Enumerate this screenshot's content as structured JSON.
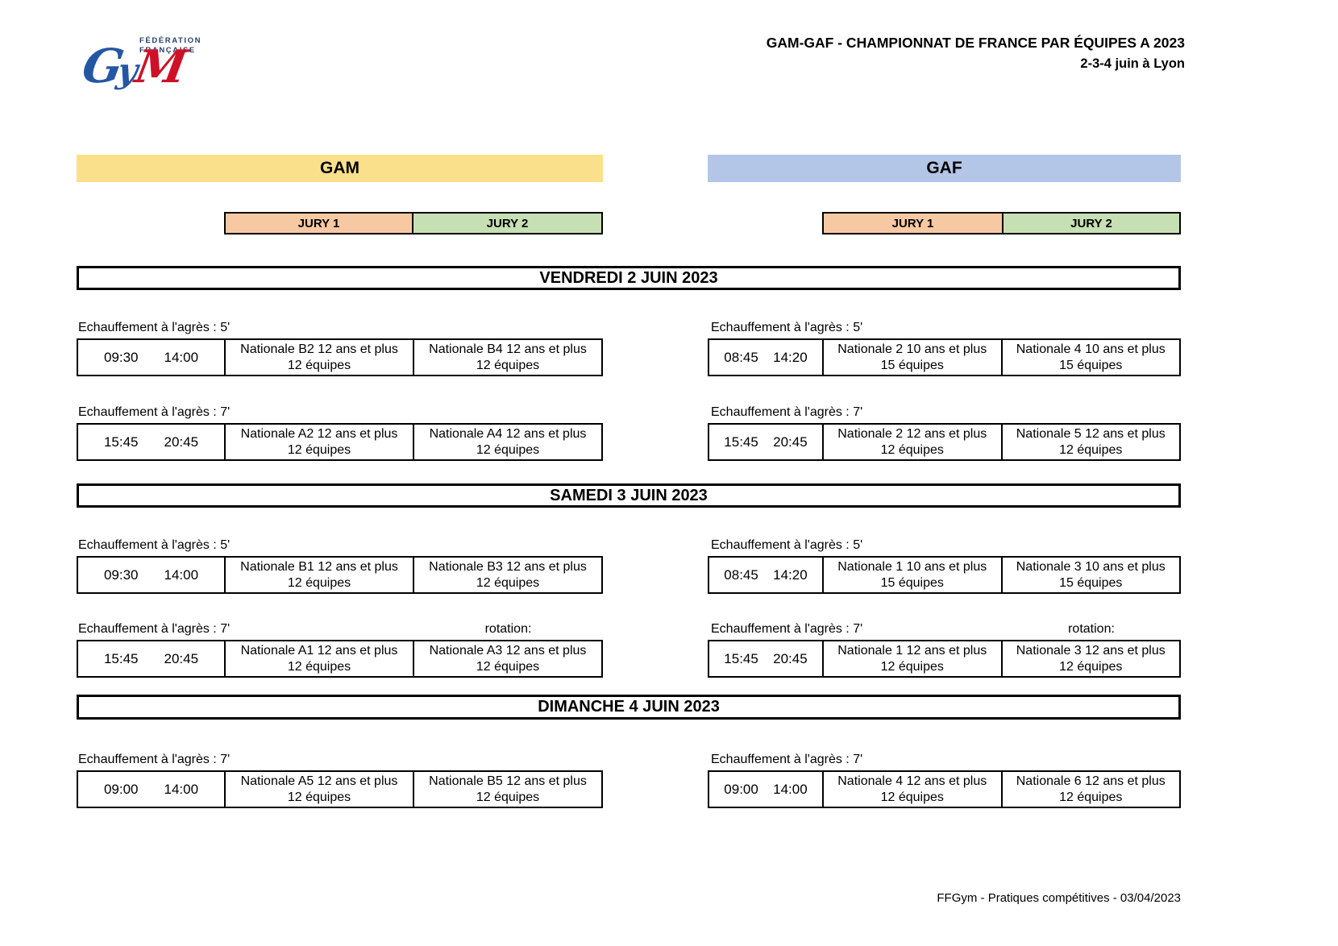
{
  "logo": {
    "line1": "FÉDÉRATION",
    "line2": "FRANÇAISE",
    "g": "G",
    "y": "y",
    "m": "M"
  },
  "header": {
    "title": "GAM-GAF - CHAMPIONNAT DE FRANCE PAR ÉQUIPES A 2023",
    "subtitle": "2-3-4 juin à Lyon"
  },
  "groups": {
    "gam": "GAM",
    "gaf": "GAF"
  },
  "jury": {
    "jury1": "JURY 1",
    "jury2": "JURY 2"
  },
  "colors": {
    "gam_band": "#FBE08C",
    "gaf_band": "#B4C6E7",
    "jury1": "#F7C9A3",
    "jury2": "#C6E0B4",
    "logo_blue": "#2456A4",
    "logo_red": "#CE1126",
    "logo_navy": "#27406E"
  },
  "days": [
    {
      "title": "VENDREDI 2 JUIN 2023",
      "rows": [
        {
          "gam": {
            "warmup": "Echauffement à l'agrès : 5'",
            "rotation": "",
            "time_start": "09:30",
            "time_end": "14:00",
            "jury1_line1": "Nationale B2 12 ans et plus",
            "jury1_line2": "12 équipes",
            "jury2_line1": "Nationale B4 12 ans et plus",
            "jury2_line2": "12 équipes"
          },
          "gaf": {
            "warmup": "Echauffement à l'agrès : 5'",
            "rotation": "",
            "time_start": "08:45",
            "time_end": "14:20",
            "jury1_line1": "Nationale 2 10 ans et plus",
            "jury1_line2": "15 équipes",
            "jury2_line1": "Nationale 4 10 ans et plus",
            "jury2_line2": "15 équipes"
          }
        },
        {
          "gam": {
            "warmup": "Echauffement à l'agrès : 7'",
            "rotation": "",
            "time_start": "15:45",
            "time_end": "20:45",
            "jury1_line1": "Nationale A2 12 ans et plus",
            "jury1_line2": "12 équipes",
            "jury2_line1": "Nationale A4 12 ans et plus",
            "jury2_line2": "12 équipes"
          },
          "gaf": {
            "warmup": "Echauffement à l'agrès : 7'",
            "rotation": "",
            "time_start": "15:45",
            "time_end": "20:45",
            "jury1_line1": "Nationale 2 12 ans et plus",
            "jury1_line2": "12 équipes",
            "jury2_line1": "Nationale 5 12 ans et plus",
            "jury2_line2": "12 équipes"
          }
        }
      ]
    },
    {
      "title": "SAMEDI 3 JUIN 2023",
      "rows": [
        {
          "gam": {
            "warmup": "Echauffement à l'agrès : 5'",
            "rotation": "",
            "time_start": "09:30",
            "time_end": "14:00",
            "jury1_line1": "Nationale B1 12 ans et plus",
            "jury1_line2": "12 équipes",
            "jury2_line1": "Nationale B3 12 ans et plus",
            "jury2_line2": "12 équipes"
          },
          "gaf": {
            "warmup": "Echauffement à l'agrès : 5'",
            "rotation": "",
            "time_start": "08:45",
            "time_end": "14:20",
            "jury1_line1": "Nationale 1 10 ans et plus",
            "jury1_line2": "15 équipes",
            "jury2_line1": "Nationale 3 10 ans et plus",
            "jury2_line2": "15 équipes"
          }
        },
        {
          "gam": {
            "warmup": "Echauffement à l'agrès : 7'",
            "rotation": "rotation:",
            "time_start": "15:45",
            "time_end": "20:45",
            "jury1_line1": "Nationale A1 12 ans et plus",
            "jury1_line2": "12 équipes",
            "jury2_line1": "Nationale A3 12 ans et plus",
            "jury2_line2": "12 équipes"
          },
          "gaf": {
            "warmup": "Echauffement à l'agrès : 7'",
            "rotation": "rotation:",
            "time_start": "15:45",
            "time_end": "20:45",
            "jury1_line1": "Nationale 1 12 ans et plus",
            "jury1_line2": "12 équipes",
            "jury2_line1": "Nationale 3 12 ans et plus",
            "jury2_line2": "12 équipes"
          }
        }
      ]
    },
    {
      "title": "DIMANCHE 4 JUIN 2023",
      "rows": [
        {
          "gam": {
            "warmup": "Echauffement à l'agrès : 7'",
            "rotation": "",
            "time_start": "09:00",
            "time_end": "14:00",
            "jury1_line1": "Nationale A5 12 ans et plus",
            "jury1_line2": "12 équipes",
            "jury2_line1": "Nationale B5 12 ans et plus",
            "jury2_line2": "12 équipes"
          },
          "gaf": {
            "warmup": "Echauffement à l'agrès : 7'",
            "rotation": "",
            "time_start": "09:00",
            "time_end": "14:00",
            "jury1_line1": "Nationale 4 12 ans et plus",
            "jury1_line2": "12 équipes",
            "jury2_line1": "Nationale 6 12 ans et plus",
            "jury2_line2": "12 équipes"
          }
        }
      ]
    }
  ],
  "footer": {
    "text": "FFGym - Pratiques compétitives - 03/04/2023"
  }
}
